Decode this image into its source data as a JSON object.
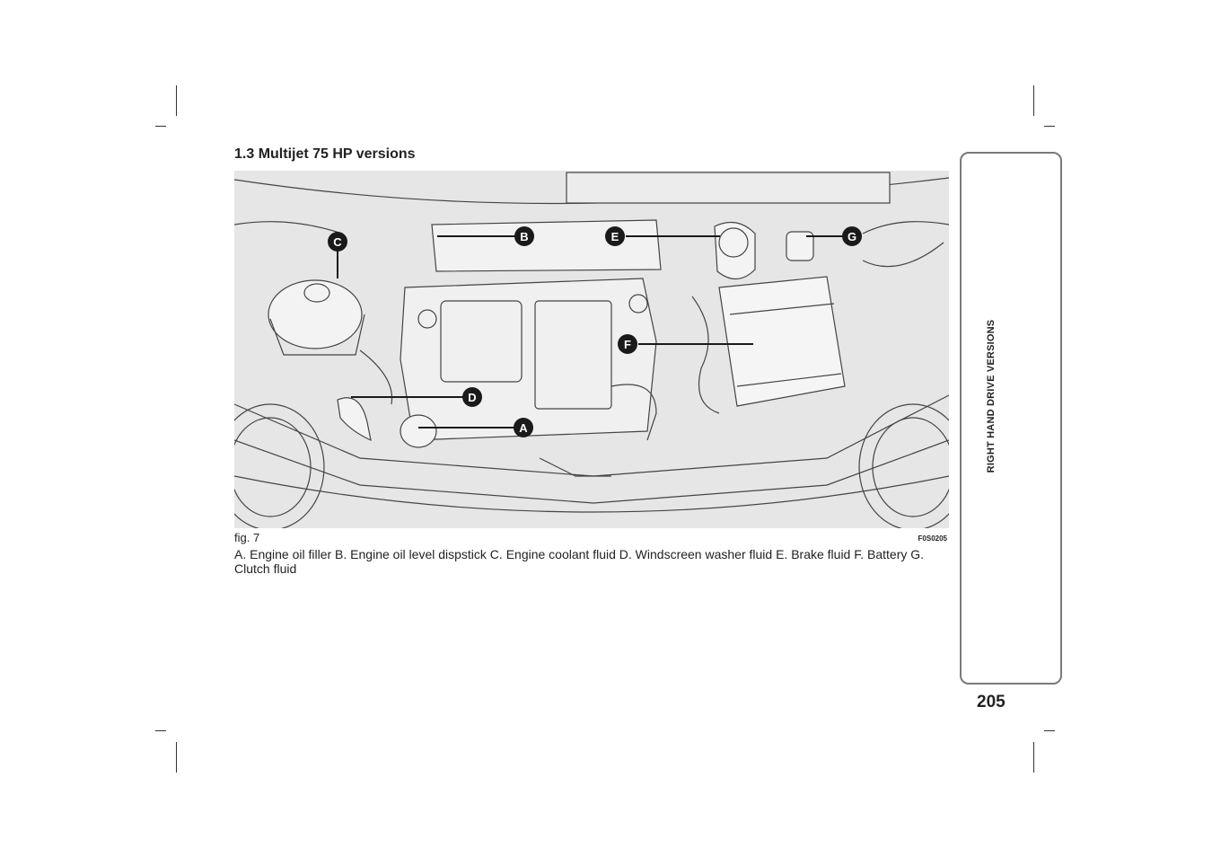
{
  "section": {
    "title": "1.3 Multijet 75 HP versions"
  },
  "figure": {
    "label": "fig. 7",
    "code": "F0S0205",
    "callouts": [
      "A",
      "B",
      "C",
      "D",
      "E",
      "F",
      "G"
    ]
  },
  "caption": "A. Engine oil filler B. Engine oil level dispstick C. Engine coolant fluid D. Windscreen washer fluid E. Brake fluid F. Battery G. Clutch fluid",
  "side_tab": {
    "label": "RIGHT HAND DRIVE VERSIONS"
  },
  "page_number": "205",
  "colors": {
    "text": "#222222",
    "figure_bg": "#e6e6e6",
    "tab_border": "#7a7a7a",
    "callout": "#1a1a1a"
  }
}
